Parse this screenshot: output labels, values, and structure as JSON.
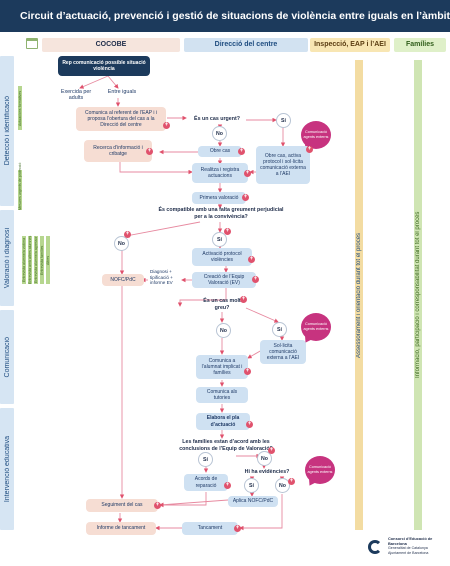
{
  "title": "Circuit d’actuació, prevenció i gestió de situacions de violència entre iguals en l’àmbit educatiu",
  "columns": {
    "cocobe": "COCOBE",
    "direccio": "Direcció del centre",
    "inspeccio": "Inspecció, EAP i l’AEI",
    "families": "Famílies"
  },
  "icons": {
    "calendar": "calendar-icon",
    "add": "plus-circle-icon",
    "logo": "consorci-logo"
  },
  "colors": {
    "header": "#1c3a5c",
    "direccio_box": "#cfe1f2",
    "cocobe_box": "#f6ddd3",
    "agents_bubble": "#c7337f",
    "plus": "#e0526d"
  },
  "columns_side": {
    "insp_band": "Assessorament i orientació durant tot el procés",
    "fam_band": "Informació, participació i corresponsabilitat durant tot el procés"
  },
  "phases": [
    "Detecció i identificació",
    "Valoració i diagnosi",
    "Comunicació",
    "Intervenció educativa"
  ],
  "side_notes": {
    "detection": "Actuacions formatives",
    "detection2": "Mesures urgents de protecció",
    "valuation": [
      "Entrevista alumne/a víctima",
      "Entrevista amb altres alumnes",
      "Entrevista alumne/a agressor",
      "Entrevista famílies",
      "Altres"
    ]
  },
  "nodes": {
    "rep": "Rep comunicació possible situació violència",
    "exercida": "Exercida per adults",
    "entre_iguals": "Entre iguals",
    "comunica_referent": "Comunica al referent de l’EAP i i proposa l’obertura del cas a la Direcció del centre",
    "q_urgent": "És un cas urgent?",
    "no": "No",
    "si": "Sí",
    "recerca": "Recerca d’informació i cribatge",
    "obre_cas": "Obre cas",
    "obre_activa": "Obre cas, activa protocol i sol·licita comunicació externa a l’AEI",
    "realitza": "Realitza i registra actuacions",
    "primera": "Primera valoració",
    "q_compatible": "És compatible amb una falta greument perjudicial per a la convivència?",
    "activacio": "Activació protocol violències",
    "nofc": "NOFC/PdC",
    "diagnosi": "Diagnosi + tipificació + informe EV",
    "creacio": "Creació de l’Equip Valoració (EV)",
    "q_greu": "És un cas molt greu?",
    "sol_licita": "Sol·licita comunicació externa a l’AEI",
    "comunica_alumnat": "Comunica a l’alumnat implicat i famílies",
    "comunica_tutories": "Comunica als tutories",
    "elabora": "Elabora el pla d’actuació",
    "q_families": "Les famílies estan d’acord amb les conclusions de l’Equip de Valoració?",
    "q_evidencies": "Hi ha evidències?",
    "acords": "Acords de reparació",
    "aplica": "Aplica NOFC/PdC",
    "seguiment": "Seguiment del cas",
    "informe": "Informe de tancament",
    "tancament": "Tancament",
    "agents": "Comunicació agents externs"
  },
  "logo": {
    "line1": "Consorci d’Educació de Barcelona",
    "line2": "Generalitat de Catalunya",
    "line3": "Ajuntament de Barcelona"
  }
}
